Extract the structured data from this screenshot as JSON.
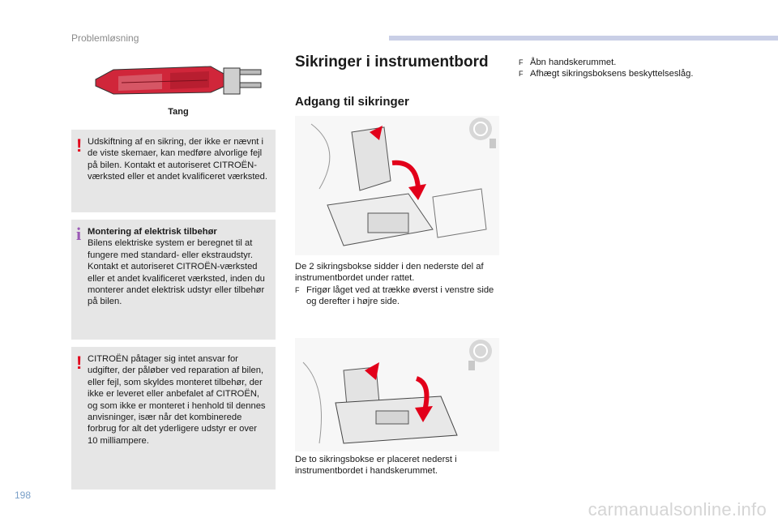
{
  "header": {
    "section": "Problemløsning"
  },
  "page_number": "198",
  "watermark": "carmanualsonline.info",
  "left_column": {
    "pliers_caption": "Tang",
    "warning_1": "Udskiftning af en sikring, der ikke er nævnt i de viste skemaer, kan medføre alvorlige fejl på bilen. Kontakt et autoriseret CITROËN-værksted eller et andet kvalificeret værksted.",
    "info": {
      "title": "Montering af elektrisk tilbehør",
      "body": "Bilens elektriske system er beregnet til at fungere med standard- eller ekstraudstyr. Kontakt et autoriseret CITROËN-værksted eller et andet kvalificeret værksted, inden du monterer andet elektrisk udstyr eller tilbehør på bilen."
    },
    "warning_2": "CITROËN påtager sig intet ansvar for udgifter, der påløber ved reparation af bilen, eller fejl, som skyldes monteret tilbehør, der ikke er leveret eller anbefalet af CITROËN, og som ikke er monteret i henhold til dennes anvisninger, især når det kombinerede forbrug for alt det yderligere udstyr er over 10 milliampere."
  },
  "middle_column": {
    "title": "Sikringer i instrumentbord",
    "subtitle": "Adgang til sikringer",
    "para_1": "De 2 sikringsbokse sidder i den nederste del af instrumentbordet under rattet.",
    "bullet_1": "Frigør låget ved at trække øverst i venstre side og derefter i højre side.",
    "para_2": "De to sikringsbokse er placeret nederst i instrumentbordet i handskerummet."
  },
  "right_column": {
    "bullets": [
      "Åbn handskerummet.",
      "Afhægt sikringsboksens beskyttelseslåg."
    ]
  },
  "bullet_glyph": "F",
  "warning_glyph": "!",
  "info_glyph": "i",
  "colors": {
    "warning": "#e2001a",
    "info": "#9b59b6",
    "arrow": "#e2001a",
    "header_bar": "#c9cfe6"
  }
}
